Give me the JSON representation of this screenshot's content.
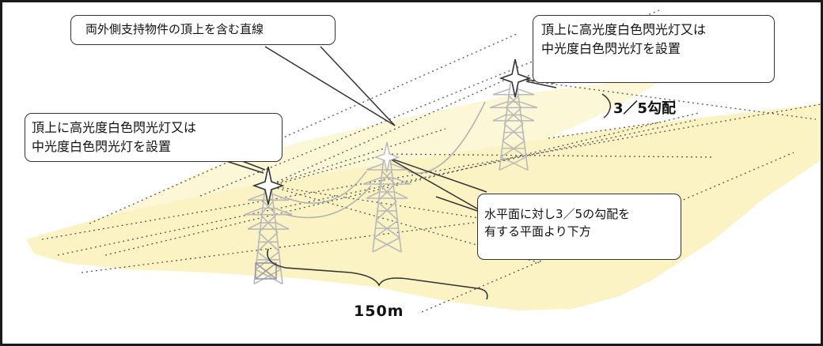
{
  "callouts": {
    "line_label": "両外側支持物件の頂上を含む直線",
    "top_right": [
      "頂上に高光度白色閃光灯又は",
      "中光度白色閃光灯を設置"
    ],
    "left": [
      "頂上に高光度白色閃光灯又は",
      "中光度白色閃光灯を設置"
    ],
    "below_plane": [
      "水平面に対し3／5の勾配を",
      "有する平面より下方"
    ]
  },
  "labels": {
    "slope": "3／5勾配",
    "distance": "150m"
  },
  "colors": {
    "plane_fill": "#fbf3c4",
    "tower_stroke": "#b9b9b9",
    "dotted_line": "#555555",
    "callout_border": "#333333",
    "flash_light": "#ffffff"
  },
  "icons": [
    "flash-light-icon",
    "transmission-tower-icon"
  ]
}
